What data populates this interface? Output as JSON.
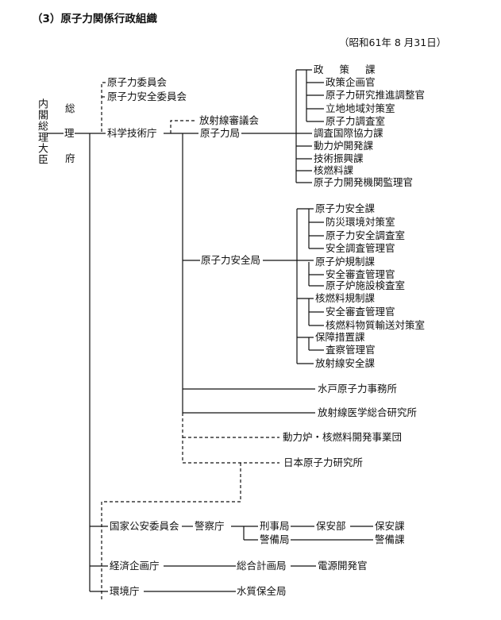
{
  "title": "（3）原子力関係行政組織",
  "date": "（昭和61年 8 月31日）",
  "root": {
    "cabinet": "内閣総理大臣",
    "pm_office": [
      "総",
      "理",
      "府"
    ]
  },
  "commissions": [
    "原子力委員会",
    "原子力安全委員会"
  ],
  "sta": {
    "name": "科学技術庁",
    "council": "放射線審議会",
    "atomic_energy_bureau": {
      "name": "原子力局",
      "policy_division": "政策課",
      "policy_subunits": [
        "政策企画官",
        "原子力研究推進調整官",
        "立地地域対策室",
        "原子力調査室"
      ],
      "divisions": [
        "調査国際協力課",
        "動力炉開発課",
        "技術振興課",
        "核燃料課",
        "原子力開発機関監理官"
      ]
    },
    "safety_bureau": {
      "name": "原子力安全局",
      "nuclear_safety_division": "原子力安全課",
      "nuclear_safety_subunits": [
        "防災環境対策室",
        "原子力安全調査室",
        "安全調査管理官"
      ],
      "reactor_regulation_division": "原子炉規制課",
      "reactor_regulation_subunits": [
        "安全審査管理官",
        "原子炉施設検査室"
      ],
      "fuel_regulation_division": "核燃料規制課",
      "fuel_regulation_subunits": [
        "安全審査管理官",
        "核燃料物質輸送対策室"
      ],
      "safeguards_division": "保障措置課",
      "safeguards_subunits": [
        "査察管理官"
      ],
      "radiation_safety_division": "放射線安全課"
    },
    "mito_office": "水戸原子力事務所",
    "nirs": "放射線医学総合研究所",
    "pnc": "動力炉・核燃料開発事業団",
    "jaeri": "日本原子力研究所"
  },
  "npsc": {
    "name": "国家公安委員会",
    "npa": "警察庁",
    "criminal_bureau": "刑事局",
    "safety_dept": "保安部",
    "safety_division": "保安課",
    "security_bureau": "警備局",
    "security_division": "警備課"
  },
  "epa": {
    "name": "経済企画庁",
    "planning_bureau": "総合計画局",
    "power_dev": "電源開発官"
  },
  "env": {
    "name": "環境庁",
    "water_bureau": "水質保全局"
  }
}
